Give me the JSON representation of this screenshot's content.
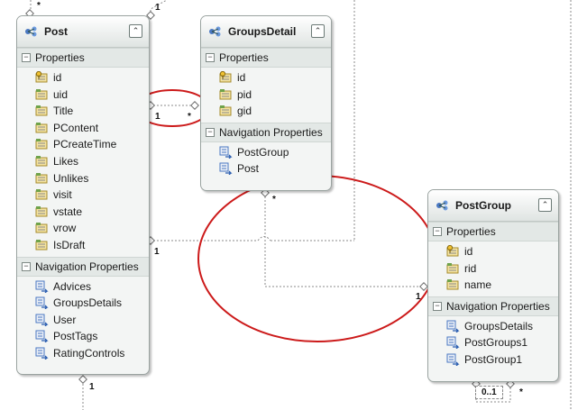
{
  "colors": {
    "connector": "#8b8b8b",
    "highlight_ellipse": "#cc1a1a",
    "entity_bg": "#f3f5f4",
    "header_bg": "#dfe4e2"
  },
  "icons": {
    "entity": "entity-icon",
    "key_property": "key-property-icon",
    "property": "property-icon",
    "navigation": "navigation-property-icon"
  },
  "entities": {
    "post": {
      "title": "Post",
      "collapse": "⌃",
      "properties_label": "Properties",
      "properties": [
        "id",
        "uid",
        "Title",
        "PContent",
        "PCreateTime",
        "Likes",
        "Unlikes",
        "visit",
        "vstate",
        "vrow",
        "IsDraft"
      ],
      "navigation_label": "Navigation Properties",
      "navigation": [
        "Advices",
        "GroupsDetails",
        "User",
        "PostTags",
        "RatingControls"
      ]
    },
    "groups_detail": {
      "title": "GroupsDetail",
      "collapse": "⌃",
      "properties_label": "Properties",
      "properties": [
        "id",
        "pid",
        "gid"
      ],
      "navigation_label": "Navigation Properties",
      "navigation": [
        "PostGroup",
        "Post"
      ]
    },
    "post_group": {
      "title": "PostGroup",
      "collapse": "⌃",
      "properties_label": "Properties",
      "properties": [
        "id",
        "rid",
        "name"
      ],
      "navigation_label": "Navigation Properties",
      "navigation": [
        "GroupsDetails",
        "PostGroups1",
        "PostGroup1"
      ]
    }
  },
  "multiplicities": {
    "top_left_star": "*",
    "top_one": "1",
    "post_gd_one": "1",
    "post_gd_star": "*",
    "gd_bottom_star": "*",
    "post_right_one": "1",
    "postgroup_left_one": "1",
    "post_bottom_one": "1",
    "pg_zero_one": "0..1",
    "pg_bottom_star": "*"
  }
}
